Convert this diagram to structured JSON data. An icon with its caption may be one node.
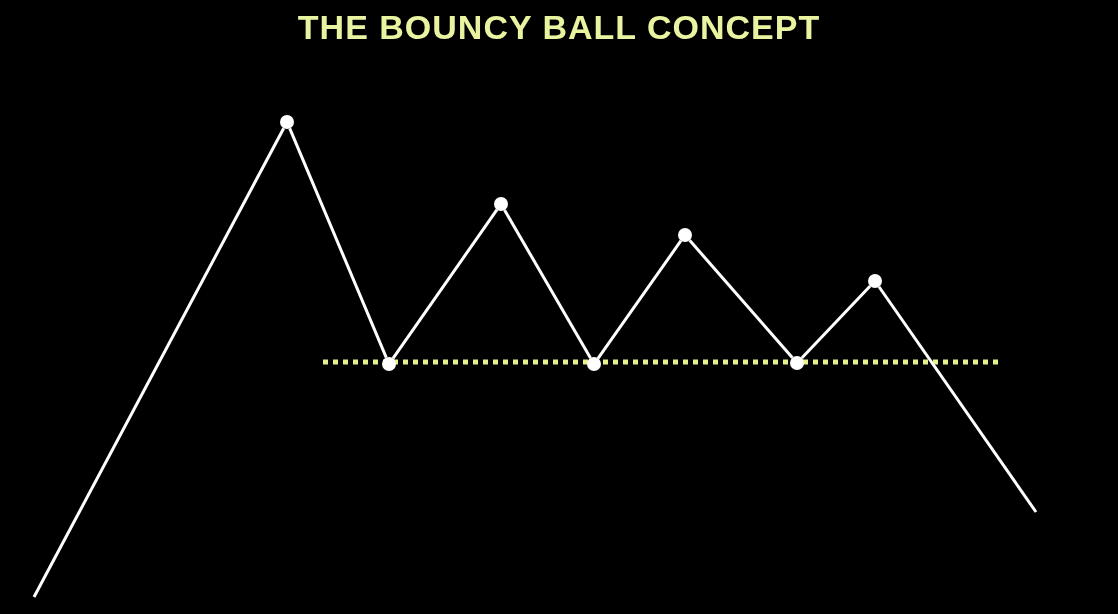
{
  "diagram": {
    "title": "THE BOUNCY BALL CONCEPT",
    "nodes": [
      {
        "text": [],
        "shape": "circle"
      },
      {
        "text": [],
        "shape": "circle"
      },
      {
        "text": [],
        "shape": "circle"
      },
      {
        "text": [],
        "shape": "circle"
      },
      {
        "text": [],
        "shape": "circle"
      },
      {
        "text": [],
        "shape": "circle"
      },
      {
        "text": [],
        "shape": "circle"
      }
    ],
    "edges": [
      {
        "from": null,
        "to": 0,
        "arrow": "none"
      },
      {
        "from": 0,
        "to": 1,
        "arrow": "none"
      },
      {
        "from": 1,
        "to": 2,
        "arrow": "none"
      },
      {
        "from": 2,
        "to": 3,
        "arrow": "none"
      },
      {
        "from": 3,
        "to": 4,
        "arrow": "none"
      },
      {
        "from": 4,
        "to": 5,
        "arrow": "none"
      },
      {
        "from": 5,
        "to": 6,
        "arrow": "none"
      },
      {
        "from": 6,
        "to": null,
        "arrow": "none"
      }
    ]
  }
}
